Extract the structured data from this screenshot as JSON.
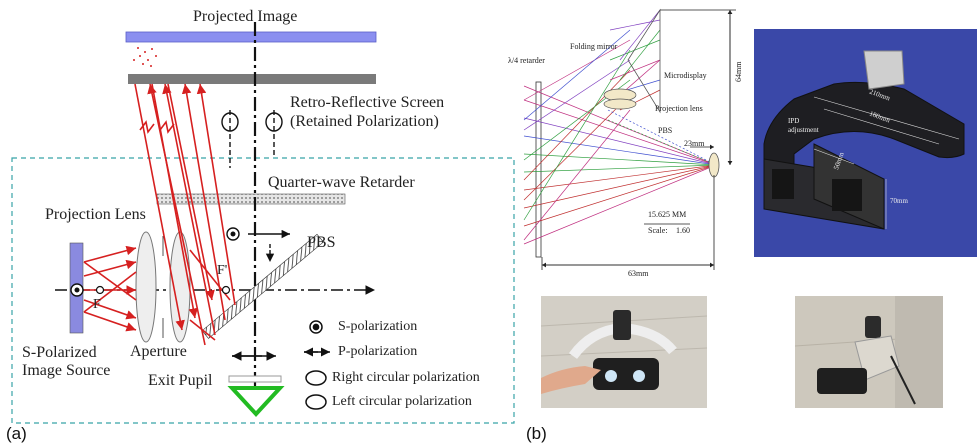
{
  "panel_a": {
    "letter": "(a)",
    "projected_image": "Projected Image",
    "retro_screen_line1": "Retro-Reflective Screen",
    "retro_screen_line2": "(Retained Polarization)",
    "quarter_wave": "Quarter-wave Retarder",
    "projection_lens": "Projection Lens",
    "pbs": "PBS",
    "focal_f": "F",
    "focal_f_prime": "F'",
    "source_line1": "S-Polarized",
    "source_line2": "Image Source",
    "aperture": "Aperture",
    "exit_pupil": "Exit Pupil",
    "legend": {
      "s_pol": "S-polarization",
      "p_pol": "P-polarization",
      "right_circ": "Right circular polarization",
      "left_circ": "Left circular polarization"
    }
  },
  "panel_b": {
    "letter": "(b)",
    "folding_mirror": "Folding mirror",
    "retarder": "λ/4 retarder",
    "microdisplay": "Microdisplay",
    "projection_lens": "Projection lens",
    "pbs": "PBS",
    "dim_64": "64mm",
    "dim_23": "23mm",
    "dim_63": "63mm",
    "scale_mm": "15.625  MM",
    "scale_label": "Scale:",
    "scale_value": "1.60",
    "cad_210": "210mm",
    "cad_180": "180mm",
    "cad_ipd_line1": "IPD",
    "cad_ipd_line2": "adjustment",
    "cad_50": "50mm",
    "cad_70": "70mm"
  },
  "colors": {
    "ray_red": "#d62020",
    "box_dashed": "#38a3a8",
    "projected_image": "#8b8ff0",
    "screen_gray": "#7a7a7a",
    "source_purple": "#8a8ae0",
    "eye_green": "#22bb22",
    "cad_bg": "#3a48a8"
  }
}
